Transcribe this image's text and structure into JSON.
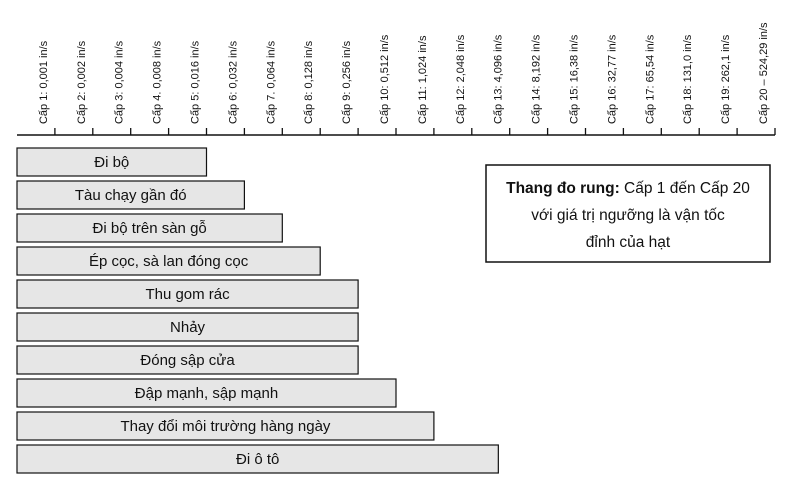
{
  "chart_data": {
    "type": "bar",
    "orientation": "horizontal",
    "x_axis": {
      "position": "top",
      "tick_labels": [
        "Cấp 1: 0,001 in/s",
        "Cấp 2: 0,002 in/s",
        "Cấp 3: 0,004 in/s",
        "Cấp 4. 0,008 in/s",
        "Cấp 5: 0,016 in/s",
        "Cấp 6: 0,032 in/s",
        "Cấp 7. 0,064 in/s",
        "Cấp 8: 0,128 in/s",
        "Cấp 9: 0,256 in/s",
        "Cấp 10: 0,512 in/s",
        "Cấp 11: 1,024 in/s",
        "Cấp 12: 2,048 in/s",
        "Cấp 13: 4,096 in/s",
        "Cấp 14: 8,192 in/s",
        "Cấp 15: 16,38 in/s",
        "Cấp 16: 32,77 in/s",
        "Cấp 17: 65,54 in/s",
        "Cấp 18: 131,0 in/s",
        "Cấp 19: 262,1 in/s",
        "Cấp 20 – 524,29 in/s"
      ],
      "range": [
        0,
        20
      ],
      "grid": false
    },
    "categories": [
      "Đi bộ",
      "Tàu chạy gần đó",
      "Đi bộ trên sàn gỗ",
      "Ép cọc, sà lan đóng cọc",
      "Thu gom rác",
      "Nhảy",
      "Đóng sập cửa",
      "Đập mạnh, sập mạnh",
      "Thay đổi môi trường hàng ngày",
      "Đi ô tô"
    ],
    "values": [
      5,
      6,
      7,
      8,
      9,
      9,
      9,
      10,
      11,
      12.7
    ],
    "bar_color": "#e6e6e6",
    "annotation": {
      "bold": "Thang đo rung:",
      "line1_rest": " Cấp 1 đến Cấp 20",
      "line2": "với giá trị ngưỡng là vận tốc",
      "line3": "đỉnh của hạt"
    }
  }
}
